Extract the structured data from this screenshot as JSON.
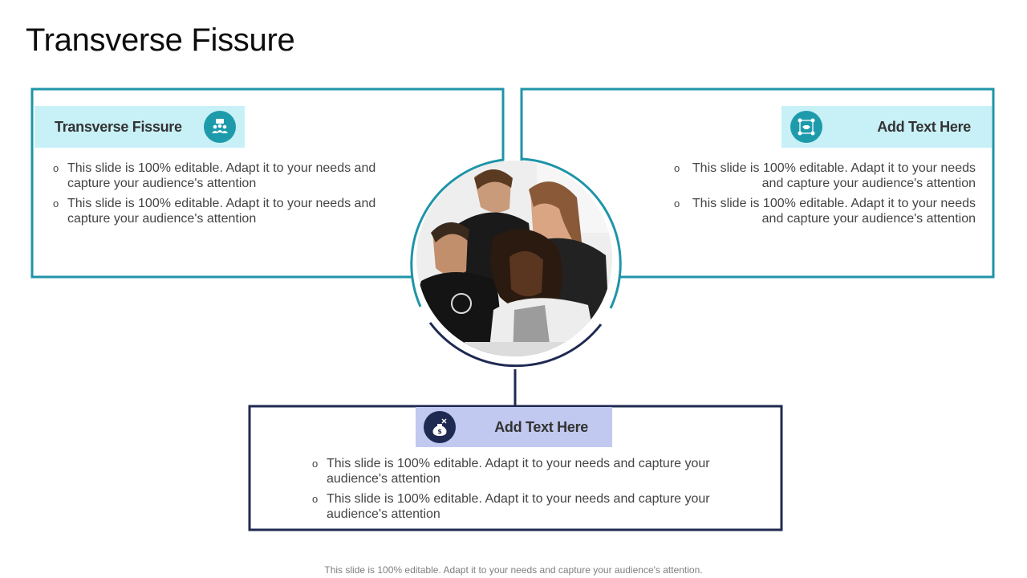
{
  "title": "Transverse Fissure",
  "colors": {
    "teal": "#1e94a8",
    "navy": "#1f2a52",
    "light_teal": "#c8f0f7",
    "light_blue": "#c1c9f0"
  },
  "cards": {
    "left": {
      "label": "Transverse Fissure",
      "icon": "team-meeting-icon",
      "bullets": [
        "This slide is 100% editable. Adapt it to your needs and capture your audience's attention",
        "This slide is 100% editable. Adapt it to your needs and capture your audience's attention"
      ]
    },
    "right": {
      "label": "Add Text Here",
      "icon": "handshake-network-icon",
      "bullets": [
        "This slide is 100% editable. Adapt it to your needs and capture your audience's attention",
        "This slide is 100% editable. Adapt it to your needs and capture your audience's attention"
      ]
    },
    "bottom": {
      "label": "Add Text Here",
      "icon": "money-bag-icon",
      "bullets": [
        "This slide is 100% editable. Adapt it to your needs and capture your audience's attention",
        "This slide is 100% editable. Adapt it to your needs and capture your audience's attention"
      ]
    }
  },
  "center_image": "team-photo",
  "footer": "This slide is 100% editable. Adapt it to your needs and capture your audience's attention."
}
